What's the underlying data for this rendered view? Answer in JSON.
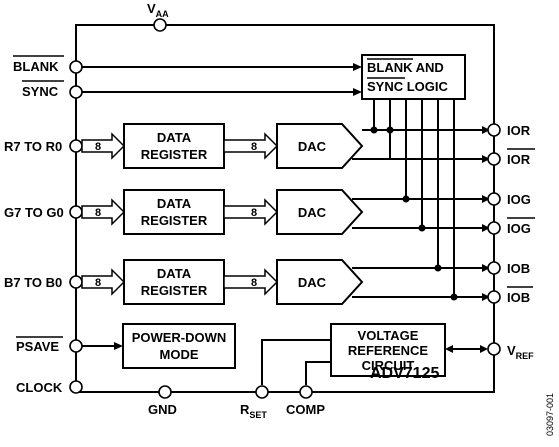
{
  "pins": {
    "vaa": "V",
    "vaa_sub": "AA",
    "blank": "BLANK",
    "sync": "SYNC",
    "red_in": "R7 TO R0",
    "green_in": "G7 TO G0",
    "blue_in": "B7 TO B0",
    "psave": "PSAVE",
    "clock": "CLOCK",
    "gnd": "GND",
    "rset": "R",
    "rset_sub": "SET",
    "comp": "COMP",
    "ior": "IOR",
    "ior_bar": "IOR",
    "iog": "IOG",
    "iog_bar": "IOG",
    "iob": "IOB",
    "iob_bar": "IOB",
    "vref": "V",
    "vref_sub": "REF"
  },
  "blocks": {
    "blank_sync_line1": "BLANK AND",
    "blank_sync_line1_bar": "BLANK",
    "blank_sync_line1_rest": " AND",
    "blank_sync_line2_bar": "SYNC",
    "blank_sync_line2_rest": " LOGIC",
    "data_register_line1": "DATA",
    "data_register_line2": "REGISTER",
    "dac": "DAC",
    "power_down_line1": "POWER-DOWN",
    "power_down_line2": "MODE",
    "vref_line1": "VOLTAGE",
    "vref_line2": "REFERENCE",
    "vref_line3": "CIRCUIT"
  },
  "bus_width": "8",
  "part_number": "ADV7125",
  "figure_id": "03097-001"
}
